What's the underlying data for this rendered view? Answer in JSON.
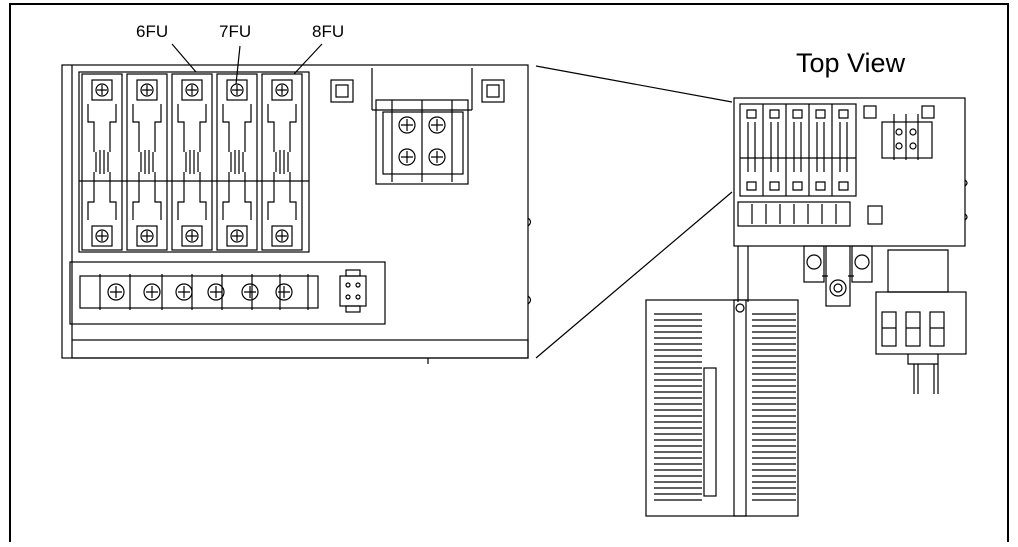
{
  "title": "Top View",
  "fuse_labels": [
    "6FU",
    "7FU",
    "8FU"
  ],
  "colors": {
    "line": "#000000",
    "background": "#ffffff"
  }
}
